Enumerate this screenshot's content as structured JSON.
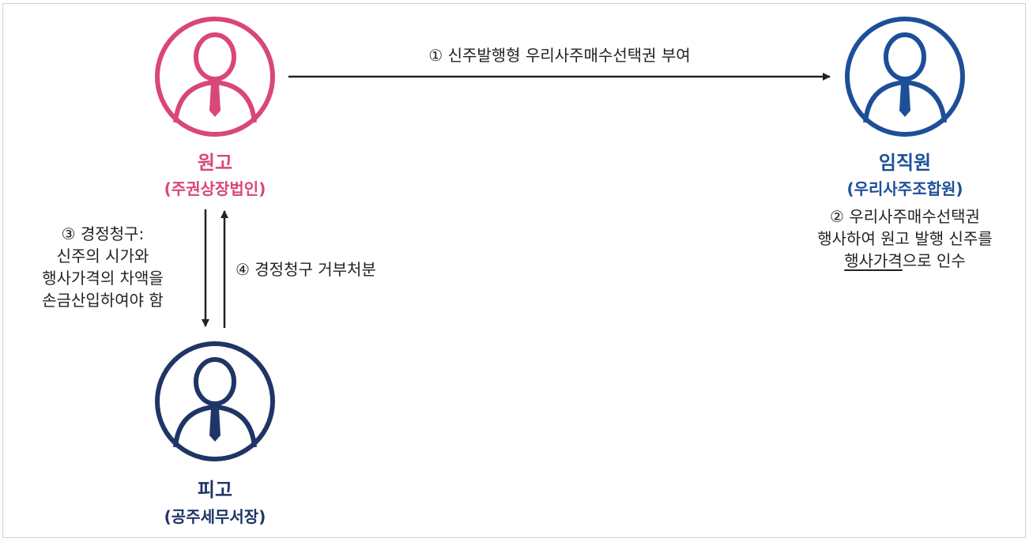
{
  "colors": {
    "plaintiff": "#D9467A",
    "employee": "#1D4F98",
    "defendant": "#1F3566",
    "arrow": "#222222"
  },
  "nodes": {
    "plaintiff": {
      "name": "원고",
      "sub": "(주권상장법인)",
      "icon": "person-icon"
    },
    "employee": {
      "name": "임직원",
      "sub": "(우리사주조합원)",
      "icon": "person-icon"
    },
    "defendant": {
      "name": "피고",
      "sub": "(공주세무서장)",
      "icon": "person-icon"
    }
  },
  "edges": {
    "grant": "① 신주발행형 우리사주매수선택권 부여",
    "exercise": {
      "line1": "② 우리사주매수선택권",
      "line2": "행사하여 원고 발행 신주를",
      "line3_underlined": "행사가격",
      "line3_rest": "으로 인수"
    },
    "claim": {
      "line1": "③ 경정청구:",
      "line2": "신주의 시가와",
      "line3": "행사가격의 차액을",
      "line4": "손금산입하여야 함"
    },
    "refusal": "④ 경정청구 거부처분"
  }
}
